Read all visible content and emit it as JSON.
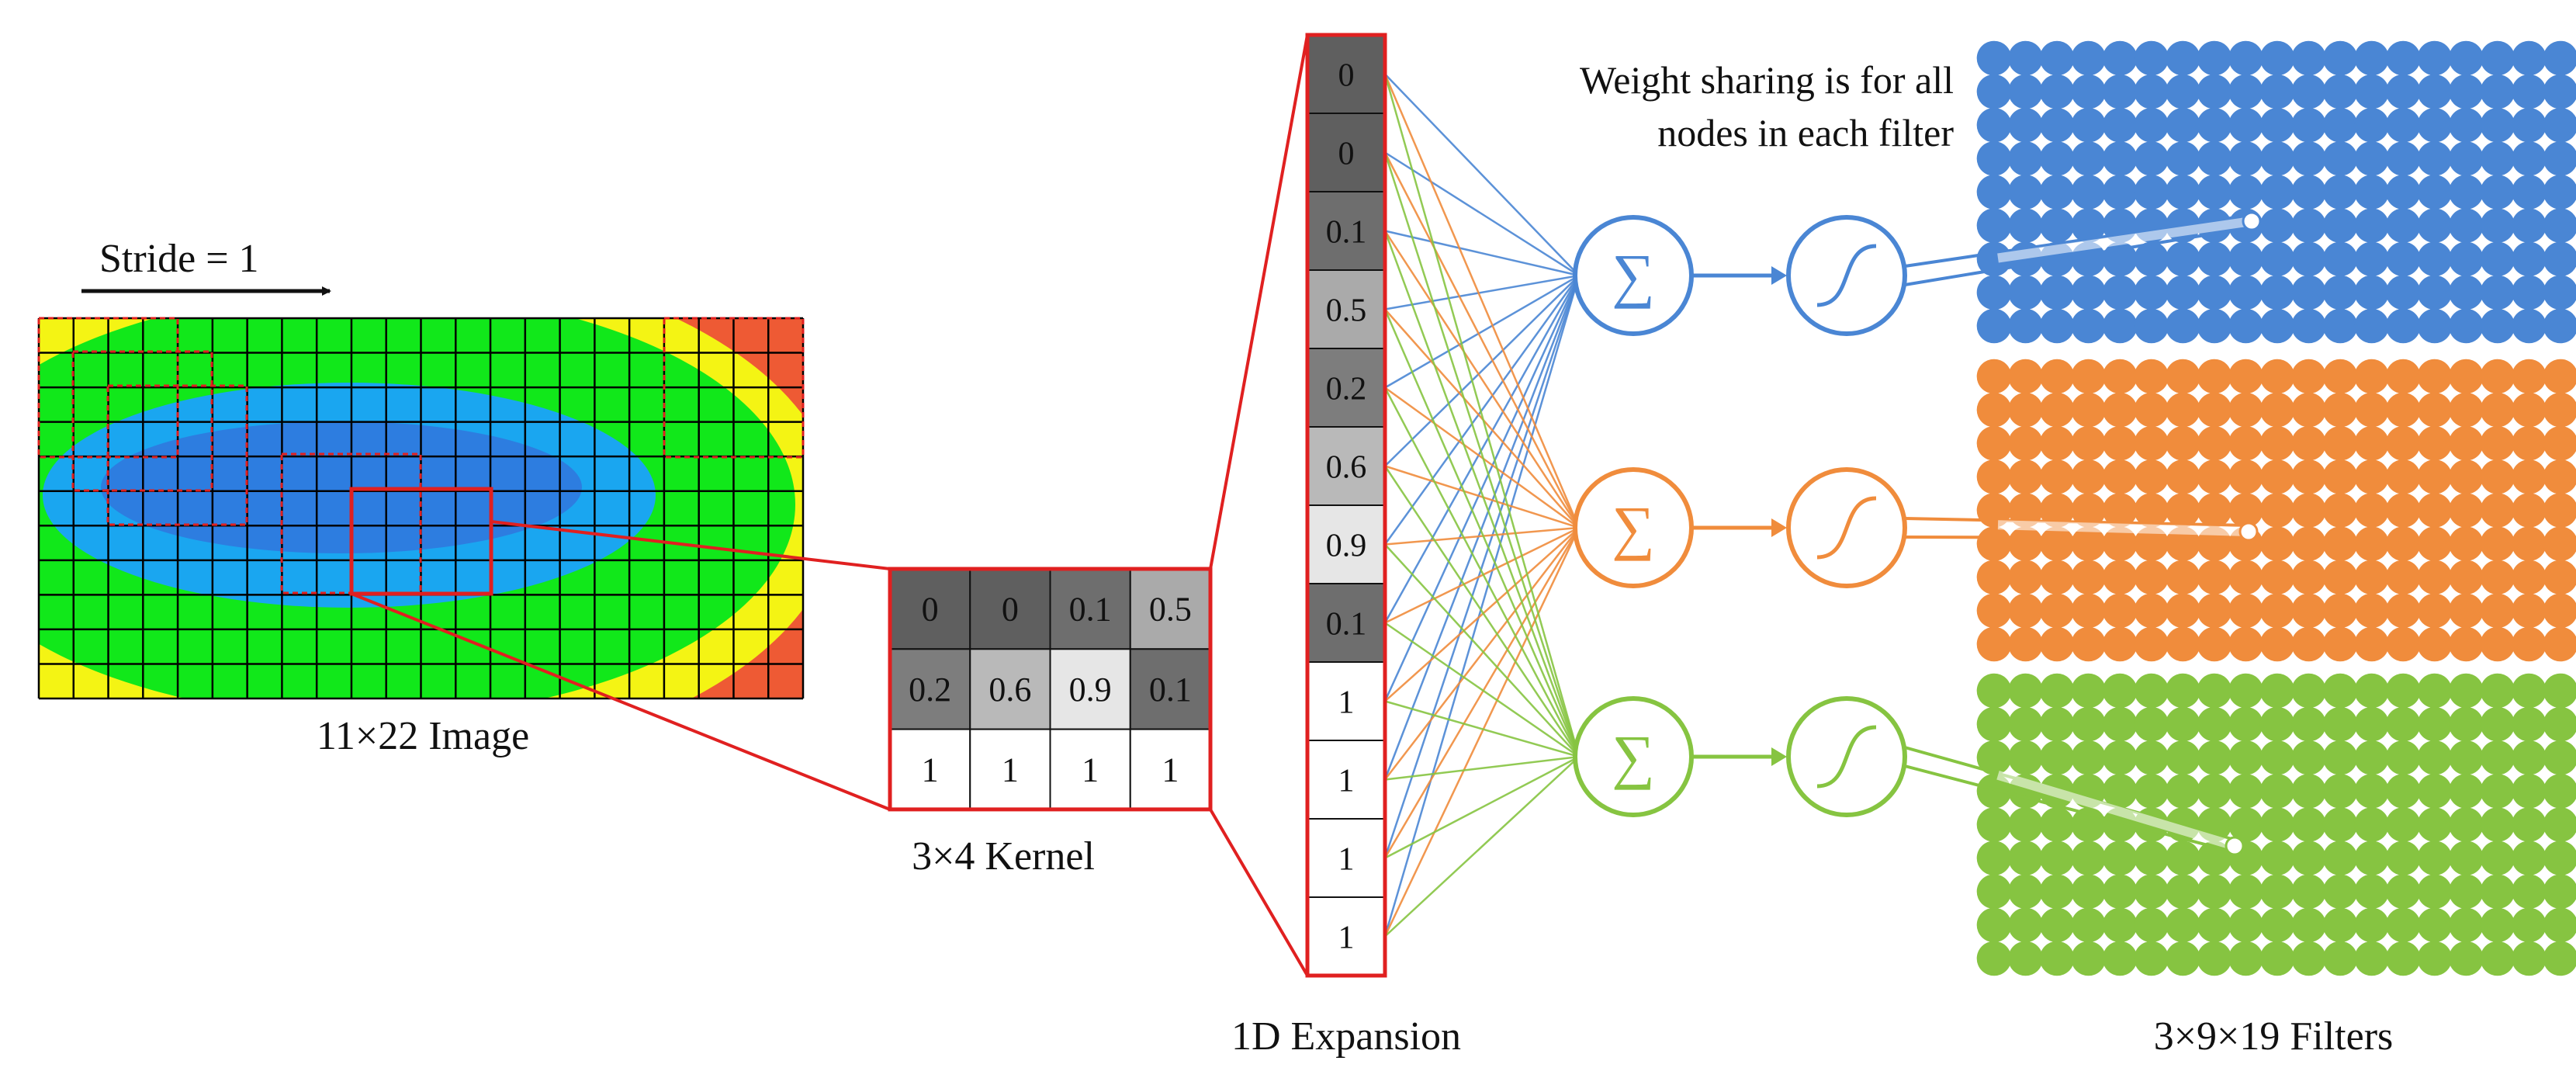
{
  "labels": {
    "stride": "Stride = 1",
    "image": "11×22 Image",
    "kernel": "3×4 Kernel",
    "expansion": "1D Expansion",
    "filters": "3×9×19 Filters",
    "weight_line1": "Weight sharing is for all",
    "weight_line2": "nodes in each filter"
  },
  "image": {
    "rows": 11,
    "cols": 22
  },
  "kernel": {
    "rows": 3,
    "cols": 4,
    "values": [
      [
        "0",
        "0",
        "0.1",
        "0.5"
      ],
      [
        "0.2",
        "0.6",
        "0.9",
        "0.1"
      ],
      [
        "1",
        "1",
        "1",
        "1"
      ]
    ]
  },
  "expansion": {
    "values": [
      "0",
      "0",
      "0.1",
      "0.5",
      "0.2",
      "0.6",
      "0.9",
      "0.1",
      "1",
      "1",
      "1",
      "1"
    ]
  },
  "filters": {
    "count": 3,
    "rows": 9,
    "cols": 19,
    "colors": [
      "#4a86d4",
      "#f08c3c",
      "#86c441"
    ]
  },
  "neuron_symbols": {
    "sum": "∑"
  },
  "colors": {
    "frame": "#e02020",
    "heat": [
      "#1aa6f0",
      "#2d7de0",
      "#11e81a",
      "#f4f414",
      "#ee5a34"
    ]
  }
}
